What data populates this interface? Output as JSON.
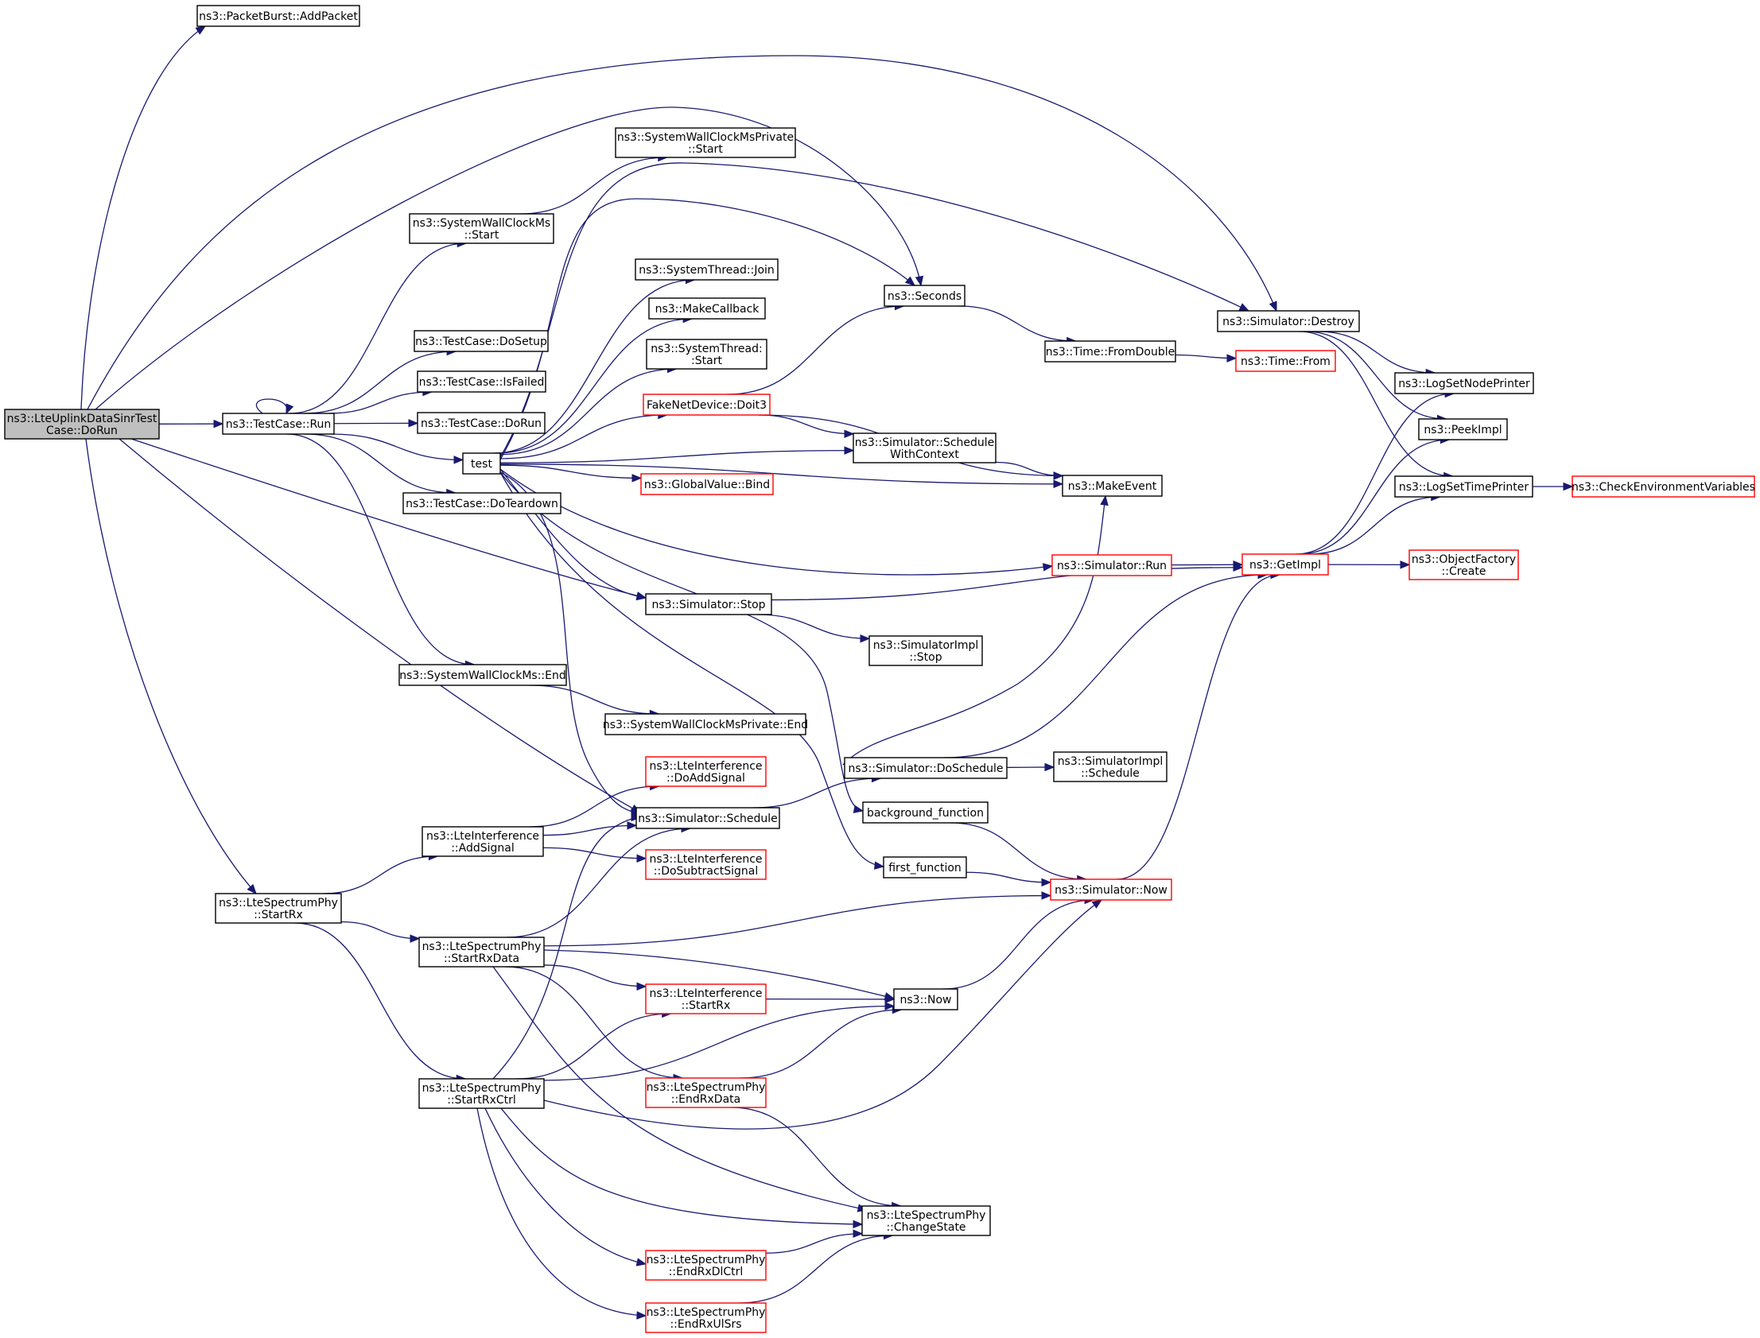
{
  "colors": {
    "edge": "#191970",
    "node_border": "#000000",
    "truncated_border": "#ff0000",
    "root_fill": "#bfbfbf"
  },
  "nodes": {
    "doRun": {
      "lines": [
        "ns3::LteUplinkDataSinrTest",
        "Case::DoRun"
      ],
      "root": true
    },
    "addPacket": {
      "lines": [
        "ns3::PacketBurst::AddPacket"
      ]
    },
    "seconds": {
      "lines": [
        "ns3::Seconds"
      ]
    },
    "destroy": {
      "lines": [
        "ns3::Simulator::Destroy"
      ]
    },
    "swcmpStart": {
      "lines": [
        "ns3::SystemWallClockMsPrivate",
        "::Start"
      ]
    },
    "swcmStart": {
      "lines": [
        "ns3::SystemWallClockMs",
        "::Start"
      ]
    },
    "tcRun": {
      "lines": [
        "ns3::TestCase::Run"
      ]
    },
    "doSetup": {
      "lines": [
        "ns3::TestCase::DoSetup"
      ]
    },
    "isFailed": {
      "lines": [
        "ns3::TestCase::IsFailed"
      ]
    },
    "tcDoRun": {
      "lines": [
        "ns3::TestCase::DoRun"
      ]
    },
    "doTeardown": {
      "lines": [
        "ns3::TestCase::DoTeardown"
      ]
    },
    "test": {
      "lines": [
        "test"
      ]
    },
    "threadJoin": {
      "lines": [
        "ns3::SystemThread::Join"
      ]
    },
    "makeCallback": {
      "lines": [
        "ns3::MakeCallback"
      ]
    },
    "threadStart": {
      "lines": [
        "ns3::SystemThread:",
        ":Start"
      ]
    },
    "doit3": {
      "lines": [
        "FakeNetDevice::Doit3"
      ],
      "red": true
    },
    "scheduleWithContext": {
      "lines": [
        "ns3::Simulator::Schedule",
        "WithContext"
      ]
    },
    "globalBind": {
      "lines": [
        "ns3::GlobalValue::Bind"
      ],
      "red": true
    },
    "makeEvent": {
      "lines": [
        "ns3::MakeEvent"
      ]
    },
    "simRun": {
      "lines": [
        "ns3::Simulator::Run"
      ],
      "red": true
    },
    "simStop": {
      "lines": [
        "ns3::Simulator::Stop"
      ]
    },
    "implStop": {
      "lines": [
        "ns3::SimulatorImpl",
        "::Stop"
      ]
    },
    "swcmEnd": {
      "lines": [
        "ns3::SystemWallClockMs::End"
      ]
    },
    "swcmpEnd": {
      "lines": [
        "ns3::SystemWallClockMsPrivate::End"
      ]
    },
    "fromDouble": {
      "lines": [
        "ns3::Time::FromDouble"
      ]
    },
    "timeFrom": {
      "lines": [
        "ns3::Time::From"
      ],
      "red": true
    },
    "logNode": {
      "lines": [
        "ns3::LogSetNodePrinter"
      ]
    },
    "peekImpl": {
      "lines": [
        "ns3::PeekImpl"
      ]
    },
    "logTime": {
      "lines": [
        "ns3::LogSetTimePrinter"
      ]
    },
    "checkEnv": {
      "lines": [
        "ns3::CheckEnvironmentVariables"
      ],
      "red": true
    },
    "getImpl": {
      "lines": [
        "ns3::GetImpl"
      ],
      "red": true
    },
    "objFactory": {
      "lines": [
        "ns3::ObjectFactory",
        "::Create"
      ],
      "red": true
    },
    "doAddSignal": {
      "lines": [
        "ns3::LteInterference",
        "::DoAddSignal"
      ],
      "red": true
    },
    "simSchedule": {
      "lines": [
        "ns3::Simulator::Schedule"
      ]
    },
    "doSchedule": {
      "lines": [
        "ns3::Simulator::DoSchedule"
      ]
    },
    "implSchedule": {
      "lines": [
        "ns3::SimulatorImpl",
        "::Schedule"
      ]
    },
    "bgFunction": {
      "lines": [
        "background_function"
      ]
    },
    "addSignal": {
      "lines": [
        "ns3::LteInterference",
        "::AddSignal"
      ]
    },
    "doSubtract": {
      "lines": [
        "ns3::LteInterference",
        "::DoSubtractSignal"
      ],
      "red": true
    },
    "firstFunction": {
      "lines": [
        "first_function"
      ]
    },
    "simNow": {
      "lines": [
        "ns3::Simulator::Now"
      ],
      "red": true
    },
    "startRx": {
      "lines": [
        "ns3::LteSpectrumPhy",
        "::StartRx"
      ]
    },
    "startRxData": {
      "lines": [
        "ns3::LteSpectrumPhy",
        "::StartRxData"
      ]
    },
    "liStartRx": {
      "lines": [
        "ns3::LteInterference",
        "::StartRx"
      ],
      "red": true
    },
    "now": {
      "lines": [
        "ns3::Now"
      ]
    },
    "startRxCtrl": {
      "lines": [
        "ns3::LteSpectrumPhy",
        "::StartRxCtrl"
      ]
    },
    "endRxData": {
      "lines": [
        "ns3::LteSpectrumPhy",
        "::EndRxData"
      ],
      "red": true
    },
    "changeState": {
      "lines": [
        "ns3::LteSpectrumPhy",
        "::ChangeState"
      ]
    },
    "endRxDlCtrl": {
      "lines": [
        "ns3::LteSpectrumPhy",
        "::EndRxDlCtrl"
      ],
      "red": true
    },
    "endRxUlSrs": {
      "lines": [
        "ns3::LteSpectrumPhy",
        "::EndRxUlSrs"
      ],
      "red": true
    }
  },
  "edges": [
    [
      "doRun",
      "addPacket"
    ],
    [
      "doRun",
      "seconds"
    ],
    [
      "doRun",
      "destroy"
    ],
    [
      "doRun",
      "tcRun"
    ],
    [
      "doRun",
      "simStop"
    ],
    [
      "doRun",
      "simSchedule"
    ],
    [
      "doRun",
      "startRx"
    ],
    [
      "tcRun",
      "tcRun"
    ],
    [
      "tcRun",
      "swcmStart"
    ],
    [
      "tcRun",
      "doSetup"
    ],
    [
      "tcRun",
      "isFailed"
    ],
    [
      "tcRun",
      "tcDoRun"
    ],
    [
      "tcRun",
      "test"
    ],
    [
      "tcRun",
      "doTeardown"
    ],
    [
      "tcRun",
      "swcmEnd"
    ],
    [
      "swcmStart",
      "swcmpStart"
    ],
    [
      "swcmEnd",
      "swcmpEnd"
    ],
    [
      "test",
      "seconds"
    ],
    [
      "test",
      "destroy"
    ],
    [
      "test",
      "threadJoin"
    ],
    [
      "test",
      "makeCallback"
    ],
    [
      "test",
      "threadStart"
    ],
    [
      "test",
      "doit3"
    ],
    [
      "test",
      "scheduleWithContext"
    ],
    [
      "test",
      "globalBind"
    ],
    [
      "test",
      "makeEvent"
    ],
    [
      "test",
      "simRun"
    ],
    [
      "test",
      "simStop"
    ],
    [
      "test",
      "simSchedule"
    ],
    [
      "test",
      "bgFunction"
    ],
    [
      "test",
      "firstFunction"
    ],
    [
      "doit3",
      "seconds"
    ],
    [
      "doit3",
      "scheduleWithContext"
    ],
    [
      "doit3",
      "makeEvent"
    ],
    [
      "scheduleWithContext",
      "makeEvent"
    ],
    [
      "seconds",
      "fromDouble"
    ],
    [
      "fromDouble",
      "timeFrom"
    ],
    [
      "destroy",
      "logNode"
    ],
    [
      "destroy",
      "peekImpl"
    ],
    [
      "destroy",
      "logTime"
    ],
    [
      "logTime",
      "checkEnv"
    ],
    [
      "simRun",
      "getImpl"
    ],
    [
      "simStop",
      "getImpl"
    ],
    [
      "simStop",
      "implStop"
    ],
    [
      "getImpl",
      "logNode"
    ],
    [
      "getImpl",
      "peekImpl"
    ],
    [
      "getImpl",
      "logTime"
    ],
    [
      "getImpl",
      "objFactory"
    ],
    [
      "simSchedule",
      "doSchedule"
    ],
    [
      "doSchedule",
      "makeEvent"
    ],
    [
      "doSchedule",
      "getImpl"
    ],
    [
      "doSchedule",
      "implSchedule"
    ],
    [
      "bgFunction",
      "simNow"
    ],
    [
      "firstFunction",
      "simNow"
    ],
    [
      "simNow",
      "getImpl"
    ],
    [
      "startRx",
      "addSignal"
    ],
    [
      "startRx",
      "startRxData"
    ],
    [
      "startRx",
      "startRxCtrl"
    ],
    [
      "addSignal",
      "doAddSignal"
    ],
    [
      "addSignal",
      "simSchedule"
    ],
    [
      "addSignal",
      "doSubtract"
    ],
    [
      "startRxData",
      "simSchedule"
    ],
    [
      "startRxData",
      "simNow"
    ],
    [
      "startRxData",
      "now"
    ],
    [
      "startRxData",
      "liStartRx"
    ],
    [
      "startRxData",
      "endRxData"
    ],
    [
      "startRxData",
      "changeState"
    ],
    [
      "liStartRx",
      "now"
    ],
    [
      "now",
      "simNow"
    ],
    [
      "endRxData",
      "now"
    ],
    [
      "endRxData",
      "changeState"
    ],
    [
      "startRxCtrl",
      "simSchedule"
    ],
    [
      "startRxCtrl",
      "liStartRx"
    ],
    [
      "startRxCtrl",
      "now"
    ],
    [
      "startRxCtrl",
      "simNow"
    ],
    [
      "startRxCtrl",
      "changeState"
    ],
    [
      "startRxCtrl",
      "endRxDlCtrl"
    ],
    [
      "startRxCtrl",
      "endRxUlSrs"
    ],
    [
      "endRxDlCtrl",
      "changeState"
    ],
    [
      "endRxUlSrs",
      "changeState"
    ]
  ]
}
